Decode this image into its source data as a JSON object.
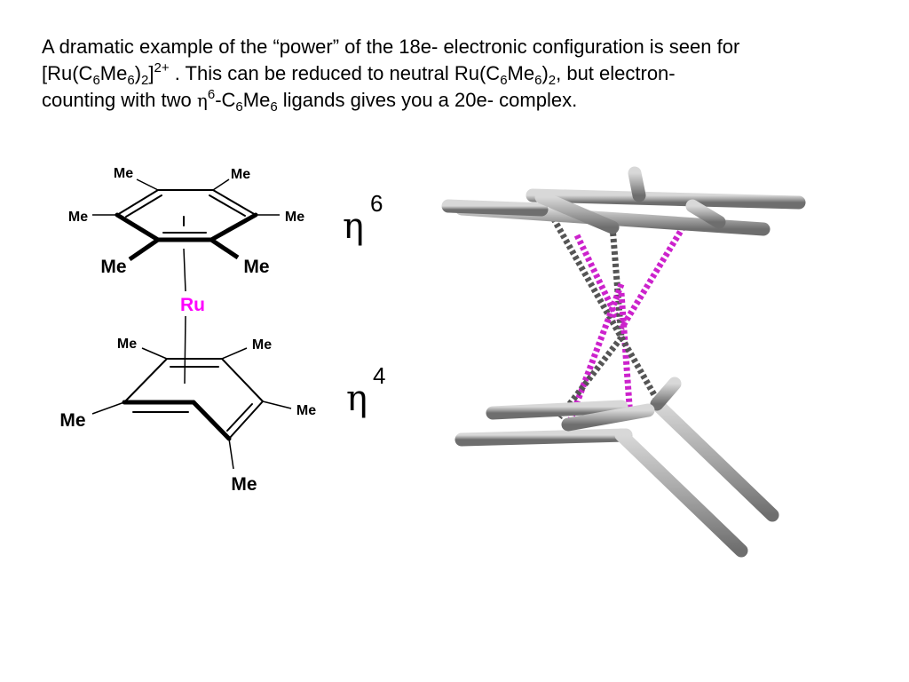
{
  "intro": {
    "line1": "A dramatic example of the “power” of the 18e- electronic configuration is seen for",
    "p1": "[Ru(C",
    "s1": "6",
    "p2": "Me",
    "s2": "6",
    "p3": ")",
    "s3": "2",
    "p4": "]",
    "sup1": "2+",
    "p5": " .  This can be reduced to neutral Ru(C",
    "s4": "6",
    "p6": "Me",
    "s5": "6",
    "p7": ")",
    "s6": "2",
    "p8": ", but electron-",
    "p9": "counting with two ",
    "eta": "η",
    "sup2": "6",
    "p10": "-C",
    "s7": "6",
    "p11": "Me",
    "s8": "6",
    "p12": " ligands gives you a 20e- complex."
  },
  "structure": {
    "methyl": "Me",
    "metal": "Ru",
    "eta_symbol": "η",
    "hapticity_top": "6",
    "hapticity_bottom": "4"
  },
  "colors": {
    "ruthenium": "#ff00ff",
    "bond": "#000000",
    "model_rod": "#a9a9a9",
    "model_bond": "#cc22cc"
  }
}
